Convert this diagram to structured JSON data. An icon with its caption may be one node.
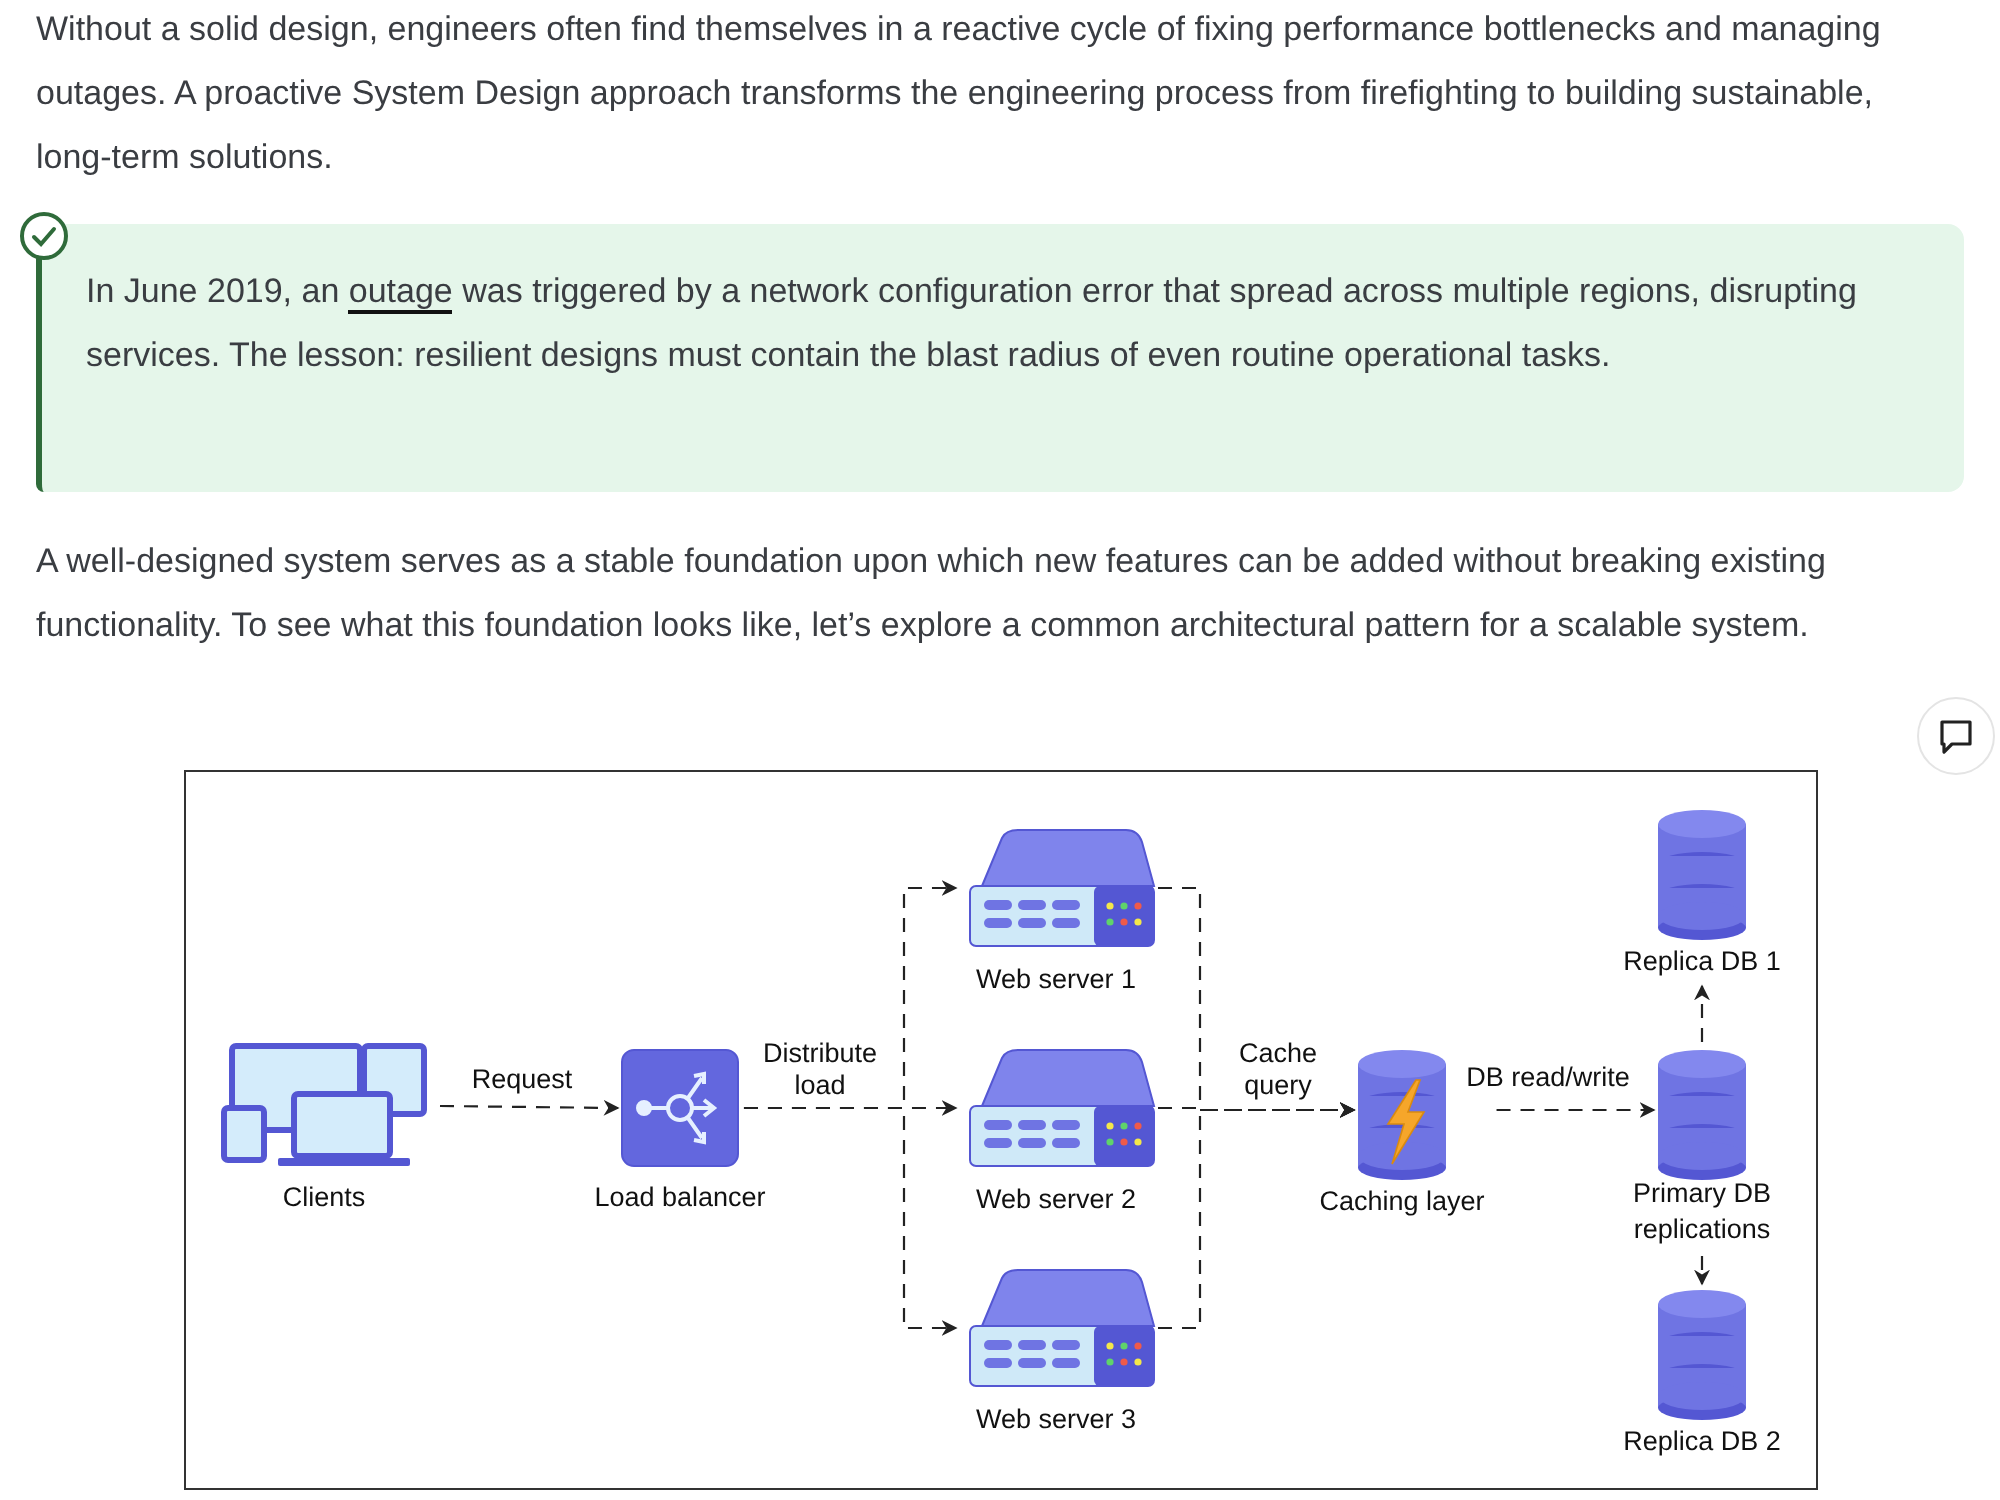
{
  "diagram": {
    "nodes": [
      {
        "text": [
          "Clients"
        ]
      },
      {
        "text": [
          "Load balancer"
        ]
      },
      {
        "text": [
          "Web server 1"
        ]
      },
      {
        "text": [
          "Web server 2"
        ]
      },
      {
        "text": [
          "Web server 3"
        ]
      },
      {
        "text": [
          "Caching layer"
        ]
      },
      {
        "text": [
          "Replica DB 1"
        ]
      },
      {
        "text": [
          "Primary DB replications"
        ]
      },
      {
        "text": [
          "Replica DB 2"
        ]
      }
    ],
    "edges": [
      {
        "from": 0,
        "to": 1,
        "arrow": "to",
        "label": "Request",
        "style": "dashed"
      },
      {
        "from": 1,
        "to": 2,
        "arrow": "to",
        "style": "dashed"
      },
      {
        "from": 1,
        "to": 3,
        "arrow": "to",
        "label": "Distribute load",
        "style": "dashed"
      },
      {
        "from": 1,
        "to": 4,
        "arrow": "to",
        "style": "dashed"
      },
      {
        "from": 2,
        "to": 5,
        "arrow": "to",
        "style": "dashed"
      },
      {
        "from": 3,
        "to": 5,
        "arrow": "to",
        "label": "Cache query",
        "style": "dashed"
      },
      {
        "from": 4,
        "to": 5,
        "arrow": "to",
        "style": "dashed"
      },
      {
        "from": 5,
        "to": 7,
        "arrow": "to",
        "label": "DB read/write",
        "style": "dashed"
      },
      {
        "from": 7,
        "to": 6,
        "arrow": "to",
        "style": "dashed"
      },
      {
        "from": 7,
        "to": 8,
        "arrow": "to",
        "style": "dashed"
      }
    ],
    "labels": [
      "Without a solid design, engineers often find themselves in a reactive cycle of fixing performance bottlenecks and managing outages. A proactive System Design approach transforms the engineering process from firefighting to building sustainable, long-term solutions.",
      "In June 2019, an",
      "outage",
      "was triggered by a network configuration error that spread across multiple regions, disrupting services. The lesson: resilient designs must contain the blast radius of even routine operational tasks.",
      "A well-designed system serves as a stable foundation upon which new features can be added without breaking existing functionality. To see what this foundation looks like, let’s explore a common architectural pattern for a scalable system."
    ]
  }
}
